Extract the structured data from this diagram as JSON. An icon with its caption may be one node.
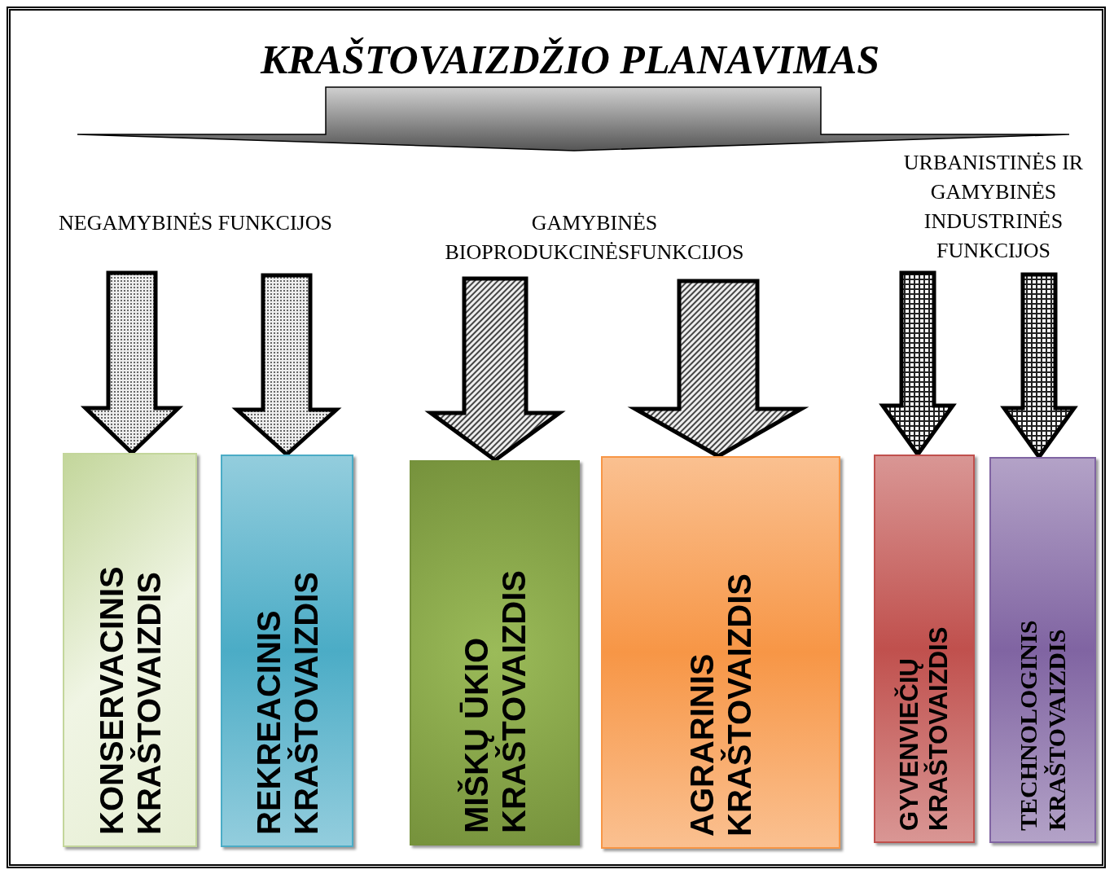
{
  "diagram": {
    "title": "KRAŠTOVAIZDŽIO PLANAVIMAS",
    "nodes": [
      {
        "text": [
          "NEGAMYBINĖS FUNKCIJOS"
        ]
      },
      {
        "text": [
          "GAMYBINĖS BIOPRODUKCINĖSFUNKCIJOS"
        ]
      },
      {
        "text": [
          "URBANISTINĖS IR GAMYBINĖS INDUSTRINĖS FUNKCIJOS"
        ]
      },
      {
        "text": [
          "KONSERVACINIS KRAŠTOVAIZDIS"
        ]
      },
      {
        "text": [
          "REKREACINIS KRAŠTOVAIZDIS"
        ]
      },
      {
        "text": [
          "MIŠKŲ ŪKIO KRAŠTOVAIZDIS"
        ]
      },
      {
        "text": [
          "AGRARINIS KRAŠTOVAIZDIS"
        ]
      },
      {
        "text": [
          "GYVENVIEČIŲ KRAŠTOVAIZDIS"
        ]
      },
      {
        "text": [
          "TECHNOLOGINIS KRAŠTOVAIZDIS"
        ]
      }
    ],
    "edges": [
      {
        "from": 0,
        "to": 3,
        "arrow": "to"
      },
      {
        "from": 0,
        "to": 4,
        "arrow": "to"
      },
      {
        "from": 1,
        "to": 5,
        "arrow": "to"
      },
      {
        "from": 1,
        "to": 6,
        "arrow": "to"
      },
      {
        "from": 2,
        "to": 7,
        "arrow": "to"
      },
      {
        "from": 2,
        "to": 8,
        "arrow": "to"
      }
    ]
  }
}
